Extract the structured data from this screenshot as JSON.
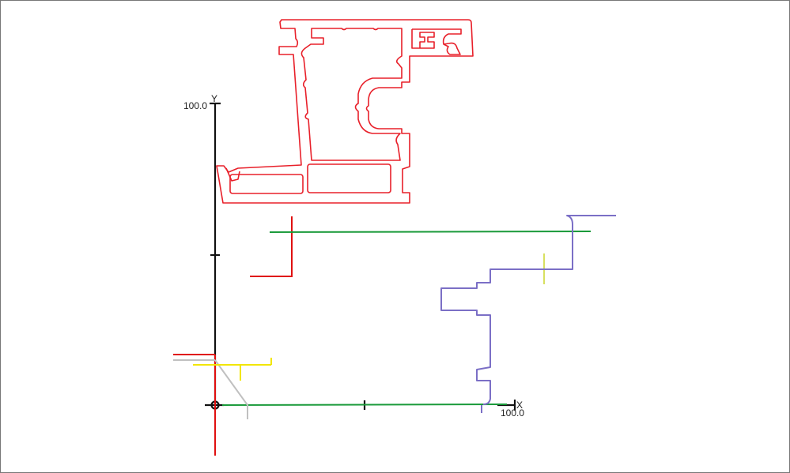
{
  "axes": {
    "y_label": "Y",
    "y_max_label": "100.0",
    "x_label": "X",
    "x_max_label": "100.0"
  },
  "colors": {
    "profile": "#e8202a",
    "axis": "#111111",
    "green": "#1a9a3a",
    "gray": "#c0c0c0",
    "yellow": "#f2e600",
    "yellow_light": "#d8e060",
    "purple": "#7b6fc6",
    "red": "#e01010"
  }
}
